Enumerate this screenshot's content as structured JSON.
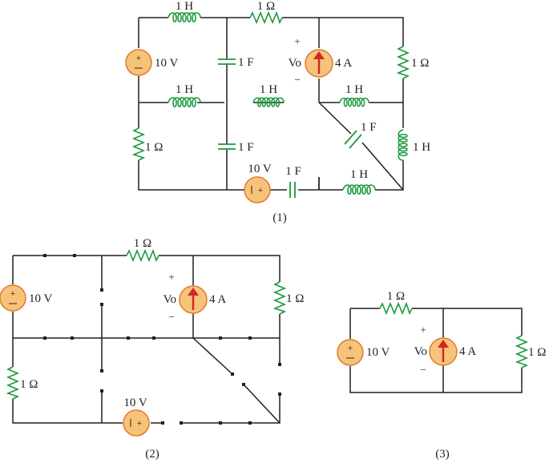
{
  "colors": {
    "wire": "#231f20",
    "element": "#1a9a3c",
    "source_fill": "#f6c37a",
    "source_stroke": "#e07a2e",
    "arrow": "#d0281f"
  },
  "labels": {
    "inductor": "1 H",
    "resistor": "1 Ω",
    "capacitor": "1 F",
    "voltage_source": "10 V",
    "current_source": "4 A",
    "vo": "Vo",
    "plus": "+",
    "minus": "−"
  },
  "captions": {
    "circuit1": "(1)",
    "circuit2": "(2)",
    "circuit3": "(3)"
  }
}
